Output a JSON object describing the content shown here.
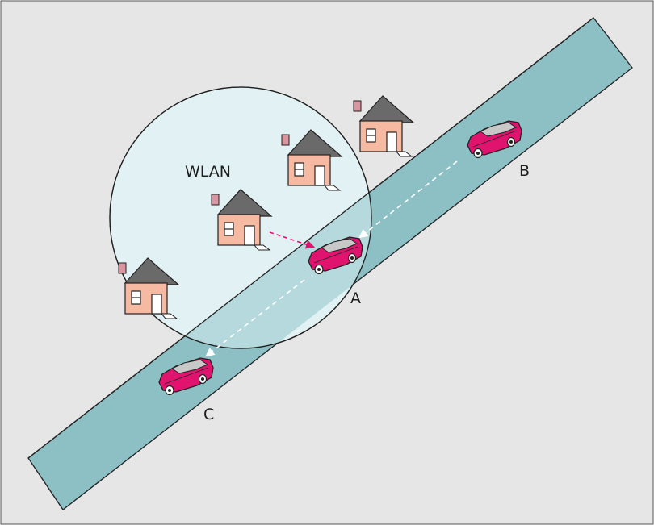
{
  "diagram": {
    "wlan_label": "WLAN",
    "point_labels": {
      "a": "A",
      "b": "B",
      "c": "C"
    },
    "colors": {
      "background": "#e6e6e6",
      "road": "#8cc0c5",
      "coverage": "#e2f1f3",
      "car": "#e0136f",
      "house_wall": "#f6b9a2",
      "house_roof": "#666666",
      "path_arrow": "#ffffff",
      "link_arrow": "#e0136f"
    },
    "icons": [
      "house-icon",
      "car-icon"
    ]
  }
}
